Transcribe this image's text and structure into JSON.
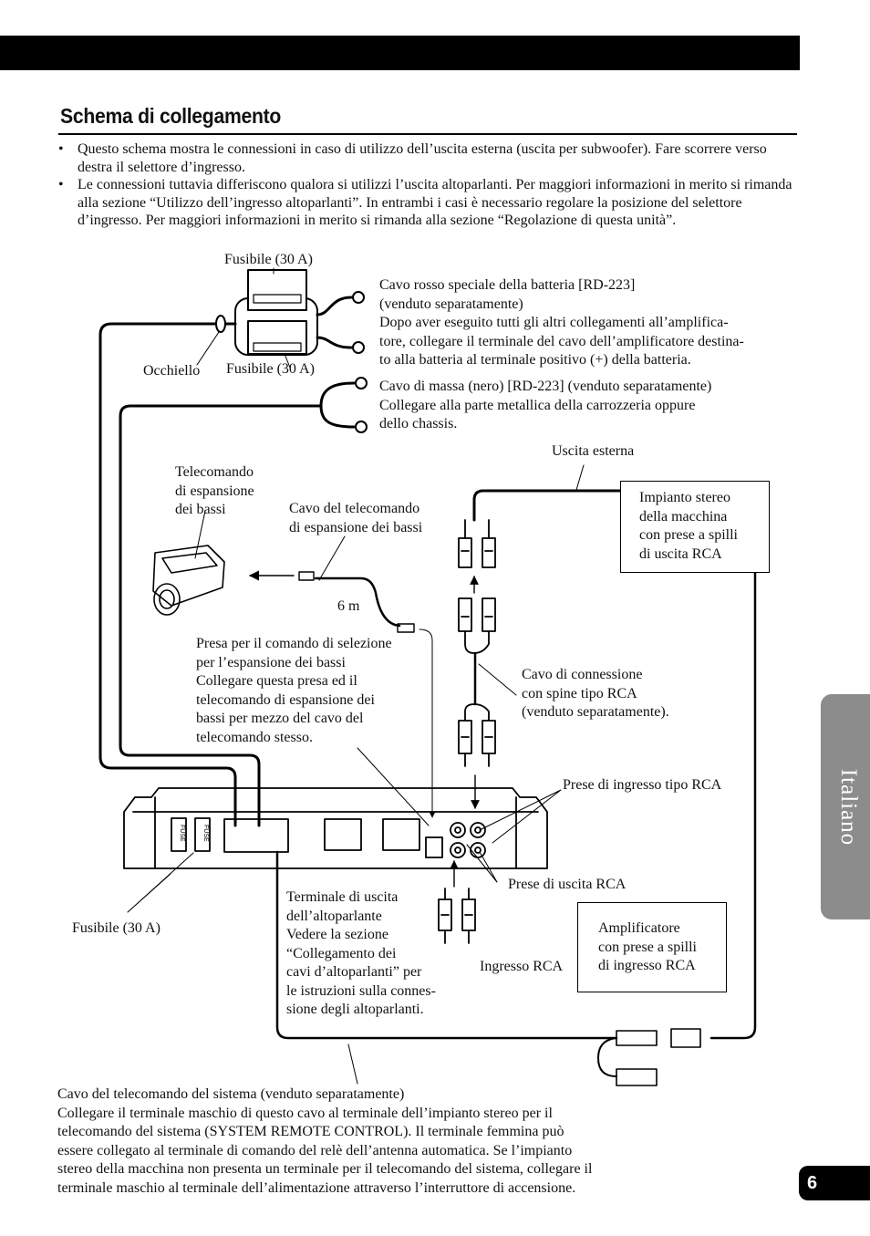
{
  "header": {
    "title": "Schema di collegamento"
  },
  "intro": {
    "bullets": [
      "Questo schema mostra le connessioni in caso di utilizzo dell’uscita esterna (uscita per subwoofer). Fare scorrere verso destra il selettore d’ingresso.",
      "Le connessioni tuttavia differiscono qualora si utilizzi l’uscita altoparlanti. Per maggiori informazioni in merito si rimanda alla sezione “Utilizzo dell’ingresso altoparlanti”. In entrambi i casi è necessario regolare la posizione del selettore d’ingresso. Per maggiori informazioni in merito si rimanda alla sezione “Regolazione di questa unità”."
    ]
  },
  "diagram": {
    "fuse_top": "Fusibile (30 A)",
    "fuse_mid": "Fusibile (30 A)",
    "grommet": "Occhiello",
    "battery_cable": "Cavo rosso speciale della batteria [RD-223]\n(venduto separatamente)\nDopo aver eseguito tutti gli altri collegamenti all’amplifica-\ntore, collegare il terminale del cavo dell’amplificatore destina-\nto alla batteria al terminale positivo (+) della batteria.",
    "ground_cable": "Cavo di massa (nero) [RD-223] (venduto separatamente)\nCollegare alla parte metallica della carrozzeria oppure\ndello chassis.",
    "external_output": "Uscita esterna",
    "stereo_box": "Impianto stereo\ndella macchina\ncon prese a spilli\ndi uscita RCA",
    "bass_remote": "Telecomando\ndi espansione\ndei bassi",
    "bass_remote_cable": "Cavo del telecomando\ndi espansione dei bassi",
    "cable_length": "6 m",
    "bass_jack": "Presa per il comando di selezione\nper l’espansione dei bassi\nCollegare questa presa ed il\ntelecomando di espansione dei\nbassi per mezzo del cavo del\ntelecomando stesso.",
    "rca_cable": "Cavo di connessione\ncon spine tipo RCA\n(venduto separatamente).",
    "rca_input_jacks": "Prese di ingresso tipo RCA",
    "rca_output_jacks": "Prese di uscita RCA",
    "fuse_bottom": "Fusibile (30 A)",
    "speaker_terminal": "Terminale di uscita\ndell’altoparlante\nVedere la sezione\n“Collegamento dei\ncavi d’altoparlanti” per\nle istruzioni sulla connes-\nsione degli altoparlanti.",
    "rca_input": "Ingresso RCA",
    "amp_box": "Amplificatore\ncon prese a spilli\ndi ingresso RCA",
    "amp_fuse_label": "FUSE"
  },
  "footer_note": "Cavo del telecomando del sistema (venduto separatamente)\nCollegare il terminale maschio di questo cavo al terminale dell’impianto stereo per il\ntelecomando del sistema (SYSTEM REMOTE CONTROL). Il terminale femmina può\nessere collegato al terminale di comando del relè dell’antenna automatica. Se l’impianto\nstereo della macchina non presenta un terminale per il telecomando del sistema, collegare il\nterminale maschio al terminale dell’alimentazione attraverso l’interruttore di accensione.",
  "side_tab": "Italiano",
  "page_number": "6"
}
